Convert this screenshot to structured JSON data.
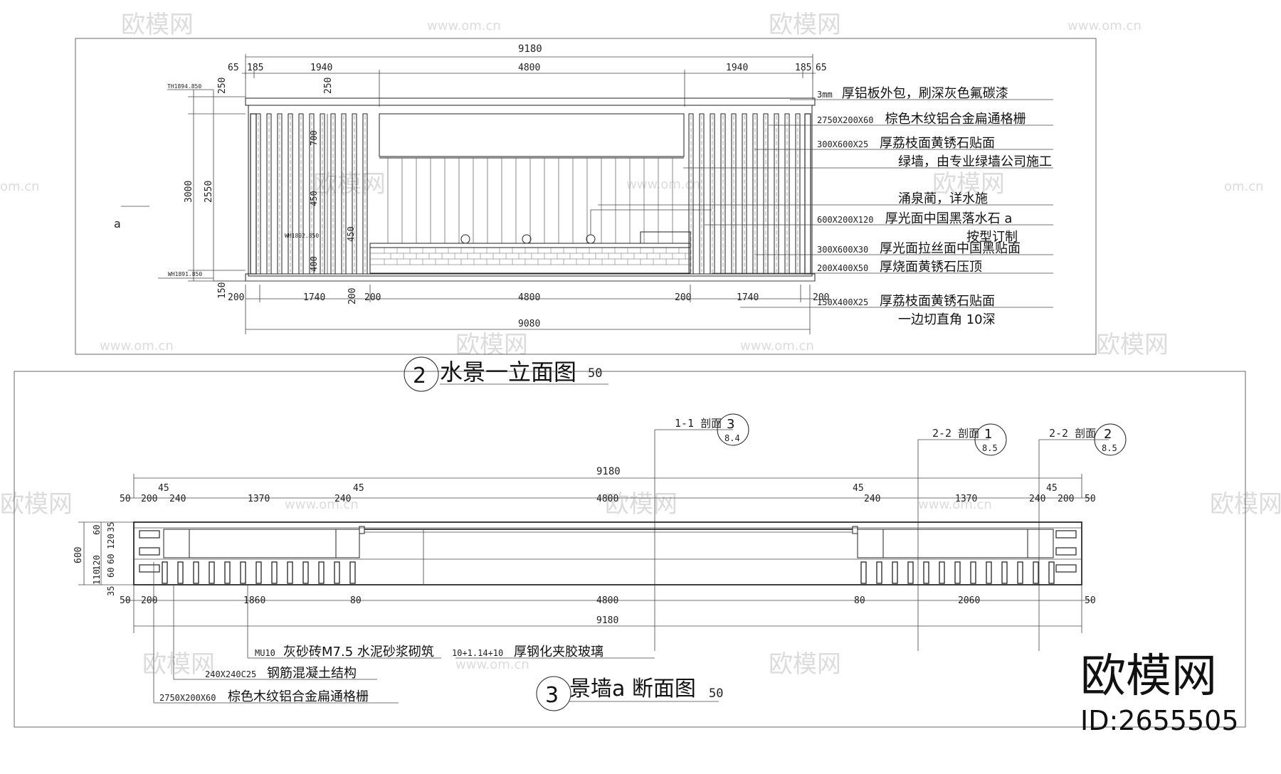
{
  "watermarks": {
    "brand": "欧模网",
    "site": "www.om.cn",
    "site_short": "om.cn",
    "logo_big": "欧模网",
    "id_text": "ID:2655505"
  },
  "elevation": {
    "title": "水景一立面图",
    "title_scale": "50",
    "title_badge": "2",
    "marker_a": "a",
    "elev_top": "TH1894.850",
    "elev_mid": "WH1892.850",
    "elev_bottom": "WH1891.850",
    "dims_top": {
      "total": "9180",
      "d65a": "65",
      "d185a": "185",
      "d1940a": "1940",
      "d4800": "4800",
      "d1940b": "1940",
      "d185b": "185",
      "d65b": "65"
    },
    "dims_left": {
      "d250a": "250",
      "d250b": "250",
      "d3000": "3000",
      "d2550": "2550",
      "d150": "150"
    },
    "dims_inner": {
      "d700": "700",
      "d450": "450",
      "d400": "400",
      "d450b": "450"
    },
    "dims_bottom": {
      "d200a": "200",
      "d1740a": "1740",
      "d200b": "200",
      "d200c": "200",
      "d4800": "4800",
      "d200d": "200",
      "d1740b": "1740",
      "d200e": "200",
      "total": "9080"
    },
    "callouts": [
      {
        "code": "3mm",
        "text": "厚铝板外包，刷深灰色氟碳漆"
      },
      {
        "code": "2750X200X60",
        "text": "棕色木纹铝合金扁通格栅"
      },
      {
        "code": "300X600X25",
        "text": "厚荔枝面黄锈石贴面"
      },
      {
        "code": "",
        "text": "绿墙，由专业绿墙公司施工"
      },
      {
        "code": "",
        "text": "涌泉蔺，详水施"
      },
      {
        "code": "600X200X120",
        "text": "厚光面中国黑落水石 a"
      },
      {
        "code": "",
        "text": "按型订制"
      },
      {
        "code": "300X600X30",
        "text": "厚光面拉丝面中国黑贴面"
      },
      {
        "code": "200X400X50",
        "text": "厚烧面黄锈石压顶"
      },
      {
        "code": "150X400X25",
        "text": "厚荔枝面黄锈石贴面"
      },
      {
        "code": "",
        "text": "一边切直角 10深"
      }
    ]
  },
  "section": {
    "title": "景墙a 断面图",
    "title_scale": "50",
    "title_badge": "3",
    "cut_labels": [
      {
        "text": "1-1 剖面",
        "num": "3",
        "sheet": "8.4"
      },
      {
        "text": "2-2 剖面",
        "num": "1",
        "sheet": "8.5"
      },
      {
        "text": "2-2 剖面",
        "num": "2",
        "sheet": "8.5"
      }
    ],
    "dims_top": {
      "total": "9180",
      "d45a": "45",
      "d50a": "50",
      "d200a": "200",
      "d240a": "240",
      "d1370a": "1370",
      "d240b": "240",
      "d45b": "45",
      "d4800": "4800",
      "d45c": "45",
      "d240c": "240",
      "d1370b": "1370",
      "d240d": "240",
      "d200b": "200",
      "d50b": "50",
      "d45d": "45"
    },
    "dims_left": {
      "d600": "600",
      "d60a": "60",
      "d35a": "35",
      "d120a": "120",
      "d120b": "120",
      "d110": "110",
      "d60b": "60",
      "d60c": "60",
      "d35b": "35"
    },
    "dims_bottom": {
      "d50a": "50",
      "d200": "200",
      "d1860": "1860",
      "d80a": "80",
      "d4800": "4800",
      "d80b": "80",
      "d2060": "2060",
      "d50b": "50",
      "total": "9180"
    },
    "callouts": [
      {
        "code": "MU10",
        "text": "灰砂砖M7.5 水泥砂浆砌筑"
      },
      {
        "code": "10+1.14+10",
        "text": "厚钢化夹胶玻璃"
      },
      {
        "code": "240X240C25",
        "text": "钢筋混凝土结构"
      },
      {
        "code": "2750X200X60",
        "text": "棕色木纹铝合金扁通格栅"
      }
    ]
  }
}
